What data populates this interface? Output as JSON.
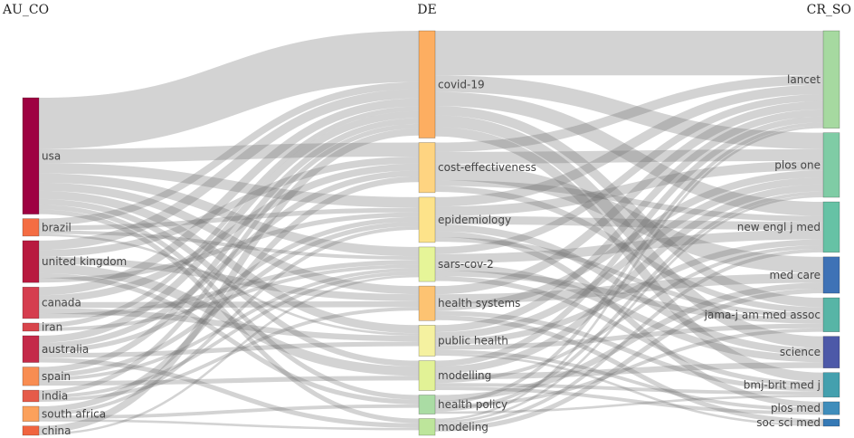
{
  "chart_data": {
    "type": "sankey",
    "columns": [
      {
        "header": "AU_CO",
        "nodes": [
          {
            "label": "usa",
            "value": 100,
            "color": "#9e0142"
          },
          {
            "label": "brazil",
            "value": 15,
            "color": "#f46d43"
          },
          {
            "label": "united kingdom",
            "value": 36,
            "color": "#b8193f"
          },
          {
            "label": "canada",
            "value": 27,
            "color": "#d53e4f"
          },
          {
            "label": "iran",
            "value": 7,
            "color": "#d8454b"
          },
          {
            "label": "australia",
            "value": 23,
            "color": "#c42a49"
          },
          {
            "label": "spain",
            "value": 16,
            "color": "#f88d52"
          },
          {
            "label": "india",
            "value": 10,
            "color": "#e55b4a"
          },
          {
            "label": "south africa",
            "value": 13,
            "color": "#fba15c"
          },
          {
            "label": "china",
            "value": 8,
            "color": "#f0643f"
          }
        ]
      },
      {
        "header": "DE",
        "nodes": [
          {
            "label": "covid-19",
            "value": 90,
            "color": "#fdae61"
          },
          {
            "label": "cost-effectiveness",
            "value": 42,
            "color": "#fed481"
          },
          {
            "label": "epidemiology",
            "value": 38,
            "color": "#fde38a"
          },
          {
            "label": "sars-cov-2",
            "value": 29,
            "color": "#e6f598"
          },
          {
            "label": "health systems",
            "value": 29,
            "color": "#fdc372"
          },
          {
            "label": "public health",
            "value": 26,
            "color": "#f5f1a0"
          },
          {
            "label": "modelling",
            "value": 25,
            "color": "#e2f296"
          },
          {
            "label": "health policy",
            "value": 16,
            "color": "#aadca4"
          },
          {
            "label": "modeling",
            "value": 14,
            "color": "#bde59b"
          }
        ]
      },
      {
        "header": "CR_SO",
        "nodes": [
          {
            "label": "lancet",
            "value": 83,
            "color": "#a6d9a0"
          },
          {
            "label": "plos one",
            "value": 55,
            "color": "#7fcca5"
          },
          {
            "label": "new engl j med",
            "value": 43,
            "color": "#66c2a5"
          },
          {
            "label": "med care",
            "value": 31,
            "color": "#3e72b6"
          },
          {
            "label": "jama-j am med assoc",
            "value": 29,
            "color": "#57b5a6"
          },
          {
            "label": "science",
            "value": 27,
            "color": "#4d59a8"
          },
          {
            "label": "bmj-brit med j",
            "value": 21,
            "color": "#44a0ae"
          },
          {
            "label": "plos med",
            "value": 11,
            "color": "#3f8dbb"
          },
          {
            "label": "soc sci med",
            "value": 6,
            "color": "#3579b5"
          }
        ]
      }
    ],
    "links_left": [
      [
        "usa",
        "covid-19",
        44
      ],
      [
        "usa",
        "cost-effectiveness",
        12
      ],
      [
        "usa",
        "epidemiology",
        9
      ],
      [
        "usa",
        "sars-cov-2",
        8
      ],
      [
        "usa",
        "health systems",
        7
      ],
      [
        "usa",
        "public health",
        7
      ],
      [
        "usa",
        "modelling",
        5
      ],
      [
        "usa",
        "health policy",
        4
      ],
      [
        "usa",
        "modeling",
        4
      ],
      [
        "brazil",
        "covid-19",
        6
      ],
      [
        "brazil",
        "epidemiology",
        4
      ],
      [
        "brazil",
        "sars-cov-2",
        3
      ],
      [
        "brazil",
        "public health",
        2
      ],
      [
        "united kingdom",
        "covid-19",
        8
      ],
      [
        "united kingdom",
        "cost-effectiveness",
        6
      ],
      [
        "united kingdom",
        "health systems",
        6
      ],
      [
        "united kingdom",
        "modelling",
        8
      ],
      [
        "united kingdom",
        "health policy",
        4
      ],
      [
        "united kingdom",
        "epidemiology",
        4
      ],
      [
        "canada",
        "covid-19",
        7
      ],
      [
        "canada",
        "cost-effectiveness",
        6
      ],
      [
        "canada",
        "health systems",
        5
      ],
      [
        "canada",
        "public health",
        5
      ],
      [
        "canada",
        "sars-cov-2",
        4
      ],
      [
        "iran",
        "covid-19",
        4
      ],
      [
        "iran",
        "sars-cov-2",
        3
      ],
      [
        "australia",
        "covid-19",
        6
      ],
      [
        "australia",
        "cost-effectiveness",
        5
      ],
      [
        "australia",
        "epidemiology",
        4
      ],
      [
        "australia",
        "public health",
        4
      ],
      [
        "australia",
        "modeling",
        4
      ],
      [
        "spain",
        "covid-19",
        5
      ],
      [
        "spain",
        "epidemiology",
        4
      ],
      [
        "spain",
        "sars-cov-2",
        3
      ],
      [
        "spain",
        "modelling",
        4
      ],
      [
        "india",
        "covid-19",
        4
      ],
      [
        "india",
        "sars-cov-2",
        3
      ],
      [
        "india",
        "health systems",
        3
      ],
      [
        "south africa",
        "cost-effectiveness",
        5
      ],
      [
        "south africa",
        "epidemiology",
        3
      ],
      [
        "south africa",
        "health policy",
        3
      ],
      [
        "south africa",
        "modeling",
        2
      ],
      [
        "china",
        "covid-19",
        6
      ],
      [
        "china",
        "sars-cov-2",
        2
      ]
    ],
    "links_right": [
      [
        "covid-19",
        "lancet",
        38
      ],
      [
        "covid-19",
        "plos one",
        14
      ],
      [
        "covid-19",
        "new engl j med",
        12
      ],
      [
        "covid-19",
        "jama-j am med assoc",
        8
      ],
      [
        "covid-19",
        "science",
        10
      ],
      [
        "covid-19",
        "bmj-brit med j",
        8
      ],
      [
        "cost-effectiveness",
        "lancet",
        8
      ],
      [
        "cost-effectiveness",
        "plos one",
        10
      ],
      [
        "cost-effectiveness",
        "med care",
        14
      ],
      [
        "cost-effectiveness",
        "new engl j med",
        5
      ],
      [
        "cost-effectiveness",
        "jama-j am med assoc",
        5
      ],
      [
        "epidemiology",
        "lancet",
        8
      ],
      [
        "epidemiology",
        "plos one",
        8
      ],
      [
        "epidemiology",
        "new engl j med",
        7
      ],
      [
        "epidemiology",
        "science",
        6
      ],
      [
        "epidemiology",
        "plos med",
        5
      ],
      [
        "epidemiology",
        "jama-j am med assoc",
        4
      ],
      [
        "sars-cov-2",
        "lancet",
        6
      ],
      [
        "sars-cov-2",
        "new engl j med",
        8
      ],
      [
        "sars-cov-2",
        "science",
        6
      ],
      [
        "sars-cov-2",
        "jama-j am med assoc",
        5
      ],
      [
        "sars-cov-2",
        "bmj-brit med j",
        4
      ],
      [
        "health systems",
        "lancet",
        7
      ],
      [
        "health systems",
        "med care",
        8
      ],
      [
        "health systems",
        "plos one",
        6
      ],
      [
        "health systems",
        "bmj-brit med j",
        4
      ],
      [
        "health systems",
        "soc sci med",
        4
      ],
      [
        "public health",
        "lancet",
        6
      ],
      [
        "public health",
        "plos one",
        6
      ],
      [
        "public health",
        "new engl j med",
        5
      ],
      [
        "public health",
        "jama-j am med assoc",
        4
      ],
      [
        "public health",
        "plos med",
        3
      ],
      [
        "public health",
        "soc sci med",
        2
      ],
      [
        "modelling",
        "lancet",
        5
      ],
      [
        "modelling",
        "plos one",
        6
      ],
      [
        "modelling",
        "science",
        5
      ],
      [
        "modelling",
        "new engl j med",
        3
      ],
      [
        "modelling",
        "bmj-brit med j",
        3
      ],
      [
        "modelling",
        "plos med",
        3
      ],
      [
        "health policy",
        "med care",
        5
      ],
      [
        "health policy",
        "lancet",
        3
      ],
      [
        "health policy",
        "jama-j am med assoc",
        3
      ],
      [
        "health policy",
        "plos one",
        3
      ],
      [
        "health policy",
        "bmj-brit med j",
        2
      ],
      [
        "modeling",
        "lancet",
        2
      ],
      [
        "modeling",
        "plos one",
        2
      ],
      [
        "modeling",
        "new engl j med",
        3
      ],
      [
        "modeling",
        "med care",
        4
      ],
      [
        "modeling",
        "jama-j am med assoc",
        0
      ],
      [
        "modeling",
        "plos med",
        0
      ]
    ]
  }
}
